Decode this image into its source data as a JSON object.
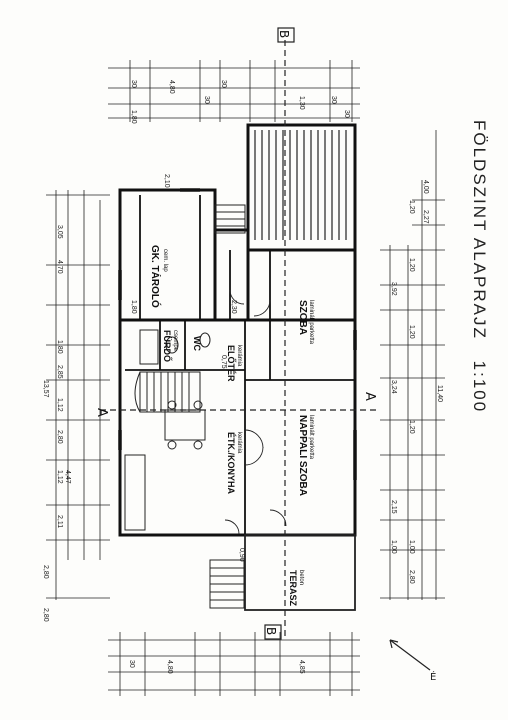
{
  "drawing": {
    "title": "FÖLDSZINT ALAPRAJZ",
    "scale": "1:100"
  },
  "rooms": [
    {
      "id": "tarolo",
      "name": "GK. TÁROLÓ",
      "note": "cem. lap"
    },
    {
      "id": "furdo",
      "name": "FÜRDŐ",
      "note": "csempe"
    },
    {
      "id": "wc",
      "name": "WC"
    },
    {
      "id": "eloter",
      "name": "ELŐTÉR",
      "note": "kerámia"
    },
    {
      "id": "konyha",
      "name": "ÉTK./KONYHA",
      "note": "kerámia"
    },
    {
      "id": "szoba",
      "name": "SZOBA",
      "note": "laminált parketta"
    },
    {
      "id": "nappali",
      "name": "NAPPALI SZOBA",
      "note": "laminált parketta"
    },
    {
      "id": "terasz",
      "name": "TERASZ",
      "note": "beton"
    }
  ],
  "sections": {
    "a": "A",
    "b": "B"
  },
  "dimensions": {
    "top_total": "13,57",
    "top_chain": [
      "2,11",
      "1,12",
      "2,80",
      "1,12",
      "2,85",
      "1,80",
      "4,70",
      "3,05"
    ],
    "top_outer": [
      "2,80",
      "4,47"
    ],
    "right_total": "11,40",
    "right_chain": [
      "4,00",
      "2,27",
      "1,20",
      "3,92",
      "1,20",
      "3,24",
      "1,20",
      "2,15",
      "1,00",
      "1,00",
      "2,80"
    ],
    "left_upper": [
      "30",
      "4,80",
      "30"
    ],
    "left_row": [
      "1,80",
      "30",
      "1,30",
      "30",
      "30"
    ],
    "left_bottom": [
      "4,80",
      "4,85",
      "30"
    ],
    "left_far": [
      "2,80"
    ],
    "misc": [
      "2,10",
      "2,30",
      "1,80",
      "1,20",
      "0,90",
      "0,75"
    ]
  }
}
